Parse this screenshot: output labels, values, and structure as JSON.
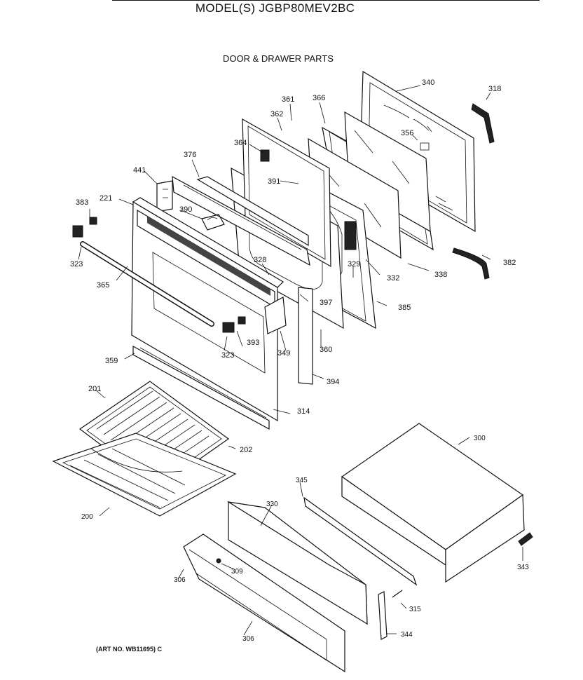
{
  "header": {
    "model_title": "MODEL(S) JGBP80MEV2BC",
    "section_title": "DOOR & DRAWER PARTS",
    "art_number": "(ART NO. WB11695) C"
  },
  "callouts": [
    "340",
    "318",
    "361",
    "366",
    "362",
    "356",
    "364",
    "376",
    "391",
    "441",
    "383",
    "221",
    "390",
    "328",
    "329",
    "332",
    "338",
    "382",
    "323",
    "365",
    "397",
    "385",
    "360",
    "393",
    "323",
    "349",
    "359",
    "394",
    "314",
    "201",
    "202",
    "300",
    "345",
    "330",
    "200",
    "343",
    "306",
    "309",
    "315",
    "344",
    "306"
  ]
}
